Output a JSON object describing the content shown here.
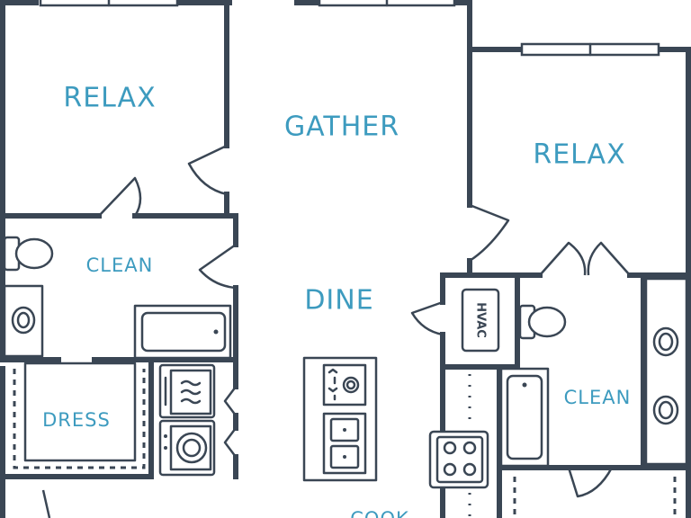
{
  "rooms": {
    "relax_left": "RELAX",
    "gather": "GATHER",
    "relax_right": "RELAX",
    "clean_left": "CLEAN",
    "dine": "DINE",
    "clean_right": "CLEAN",
    "dress": "DRESS",
    "cook": "COOK"
  },
  "fixtures": {
    "hvac": "HVAC"
  },
  "colors": {
    "wall": "#3a4654",
    "label": "#3d9bbf",
    "background": "#ffffff"
  }
}
